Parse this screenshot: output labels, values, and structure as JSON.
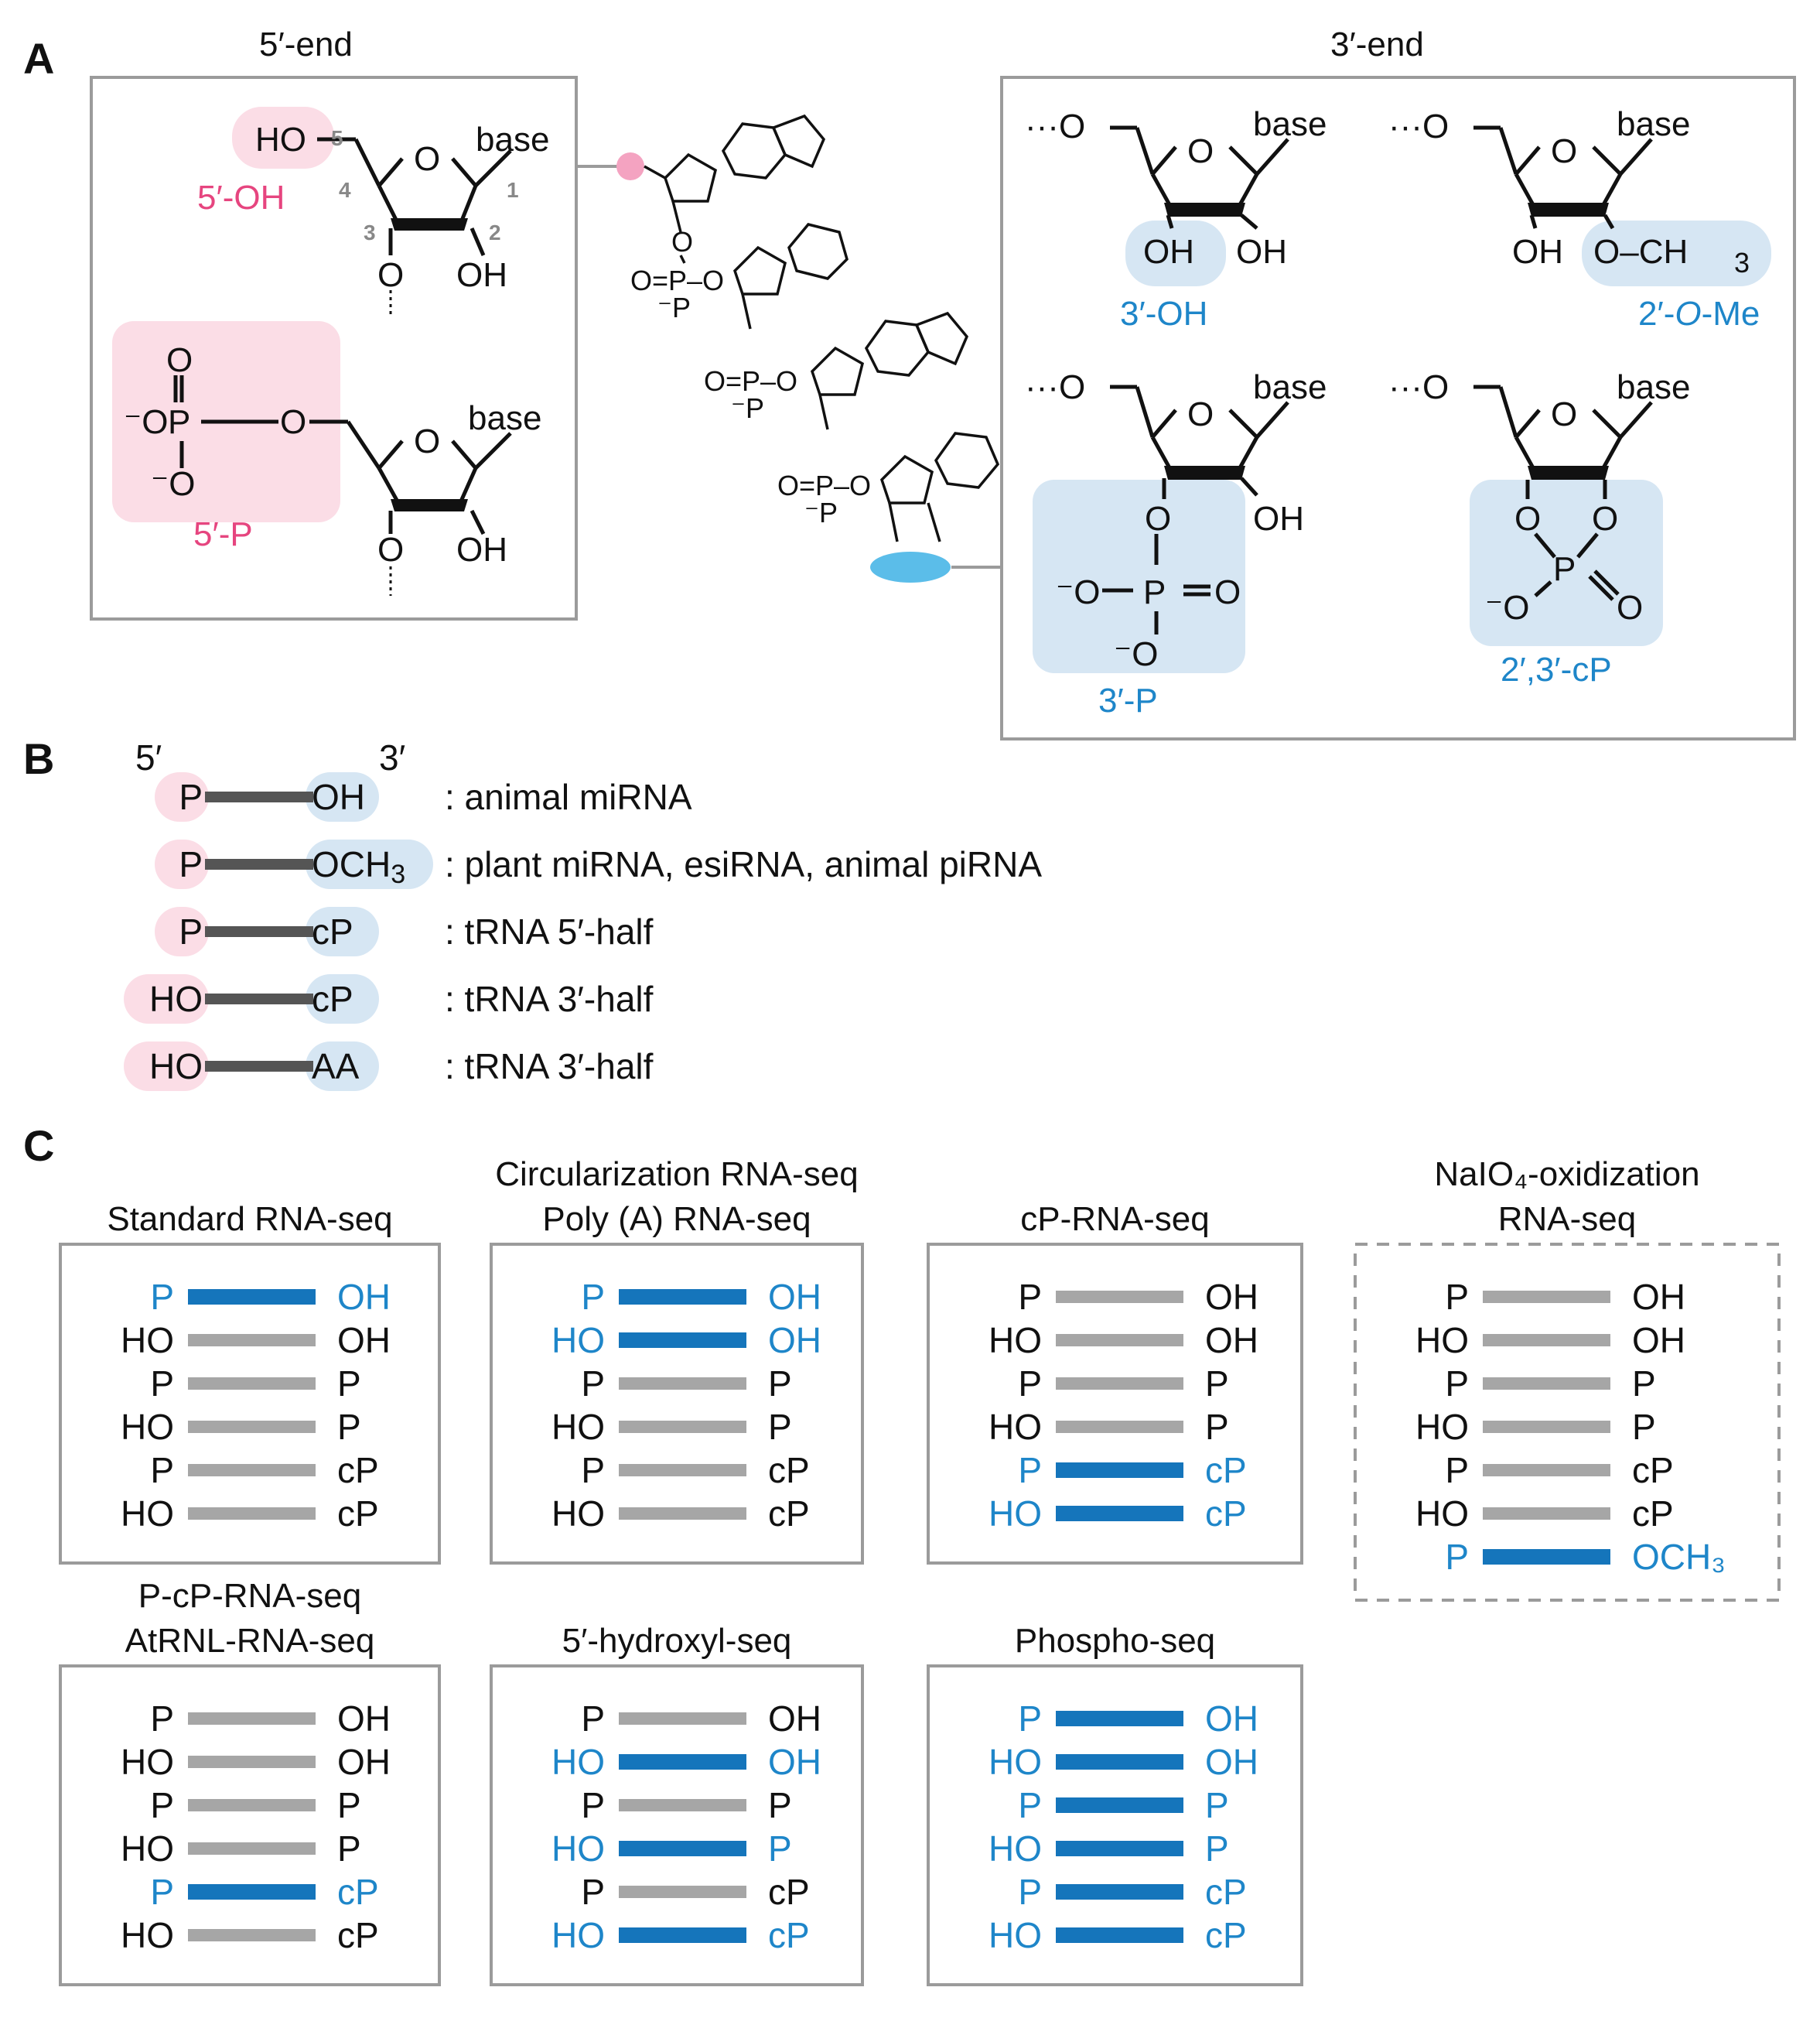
{
  "colors": {
    "pink_bg": "#fbdde6",
    "pink_text": "#e6457f",
    "blue_bg": "#d6e6f3",
    "blue_text": "#1e86c9",
    "gray_bar": "#a6a6a6",
    "blue_bar": "#1575bb",
    "dark_bar": "#555555",
    "box_border": "#9b9b9b"
  },
  "panelA": {
    "letter": "A",
    "five_end": {
      "header": "5′-end",
      "base": "base",
      "ho": "HO",
      "oh": "OH",
      "o": "O",
      "numbers": [
        "5",
        "4",
        "3",
        "2",
        "1"
      ],
      "label_oh": "5′-OH",
      "label_p": "5′-P",
      "phosphate": {
        "o_double": "O",
        "minus_o": "⁻O",
        "p": "P",
        "o_link": "O",
        "minus_o_bottom": "⁻O"
      }
    },
    "three_end": {
      "header": "3′-end",
      "base": "base",
      "labels": {
        "oh": "3′-OH",
        "ome_prefix": "2′-",
        "ome_italic": "O",
        "ome_suffix": "-Me",
        "p": "3′-P",
        "cp": "2′,3′-cP"
      },
      "ochem": "O–CH",
      "ochem_sub": "3"
    },
    "chain": {
      "linker": "O=P–O",
      "minus": "⁻P"
    }
  },
  "panelB": {
    "letter": "B",
    "end5": "5′",
    "end3": "3′",
    "rows": [
      {
        "left": "P",
        "right": "OH",
        "right_sub": "",
        "desc": ": animal miRNA"
      },
      {
        "left": "P",
        "right": "OCH",
        "right_sub": "3",
        "desc": ": plant miRNA, esiRNA, animal piRNA"
      },
      {
        "left": "P",
        "right": "cP",
        "right_sub": "",
        "desc": ": tRNA 5′-half"
      },
      {
        "left": "HO",
        "right": "cP",
        "right_sub": "",
        "desc": ": tRNA 3′-half"
      },
      {
        "left": "HO",
        "right": "AA",
        "right_sub": "",
        "desc": ": tRNA 3′-half"
      }
    ]
  },
  "panelC": {
    "letter": "C",
    "boxes": [
      {
        "title": [
          "Standard RNA-seq"
        ],
        "dashed": false,
        "rows": [
          {
            "l": "P",
            "r": "OH",
            "hl": true
          },
          {
            "l": "HO",
            "r": "OH",
            "hl": false
          },
          {
            "l": "P",
            "r": "P",
            "hl": false
          },
          {
            "l": "HO",
            "r": "P",
            "hl": false
          },
          {
            "l": "P",
            "r": "cP",
            "hl": false
          },
          {
            "l": "HO",
            "r": "cP",
            "hl": false
          }
        ]
      },
      {
        "title": [
          "Circularization RNA-seq",
          "Poly (A) RNA-seq"
        ],
        "dashed": false,
        "rows": [
          {
            "l": "P",
            "r": "OH",
            "hl": true
          },
          {
            "l": "HO",
            "r": "OH",
            "hl": true
          },
          {
            "l": "P",
            "r": "P",
            "hl": false
          },
          {
            "l": "HO",
            "r": "P",
            "hl": false
          },
          {
            "l": "P",
            "r": "cP",
            "hl": false
          },
          {
            "l": "HO",
            "r": "cP",
            "hl": false
          }
        ]
      },
      {
        "title": [
          "cP-RNA-seq"
        ],
        "dashed": false,
        "rows": [
          {
            "l": "P",
            "r": "OH",
            "hl": false
          },
          {
            "l": "HO",
            "r": "OH",
            "hl": false
          },
          {
            "l": "P",
            "r": "P",
            "hl": false
          },
          {
            "l": "HO",
            "r": "P",
            "hl": false
          },
          {
            "l": "P",
            "r": "cP",
            "hl": true
          },
          {
            "l": "HO",
            "r": "cP",
            "hl": true
          }
        ]
      },
      {
        "title": [
          "NaIO₄-oxidization",
          "RNA-seq"
        ],
        "dashed": true,
        "rows": [
          {
            "l": "P",
            "r": "OH",
            "hl": false
          },
          {
            "l": "HO",
            "r": "OH",
            "hl": false
          },
          {
            "l": "P",
            "r": "P",
            "hl": false
          },
          {
            "l": "HO",
            "r": "P",
            "hl": false
          },
          {
            "l": "P",
            "r": "cP",
            "hl": false
          },
          {
            "l": "HO",
            "r": "cP",
            "hl": false
          },
          {
            "l": "P",
            "r": "OCH₃",
            "hl": true
          }
        ]
      },
      {
        "title": [
          "P-cP-RNA-seq",
          "AtRNL-RNA-seq"
        ],
        "dashed": false,
        "rows": [
          {
            "l": "P",
            "r": "OH",
            "hl": false
          },
          {
            "l": "HO",
            "r": "OH",
            "hl": false
          },
          {
            "l": "P",
            "r": "P",
            "hl": false
          },
          {
            "l": "HO",
            "r": "P",
            "hl": false
          },
          {
            "l": "P",
            "r": "cP",
            "hl": true
          },
          {
            "l": "HO",
            "r": "cP",
            "hl": false
          }
        ]
      },
      {
        "title": [
          "5′-hydroxyl-seq"
        ],
        "dashed": false,
        "rows": [
          {
            "l": "P",
            "r": "OH",
            "hl": false
          },
          {
            "l": "HO",
            "r": "OH",
            "hl": true
          },
          {
            "l": "P",
            "r": "P",
            "hl": false
          },
          {
            "l": "HO",
            "r": "P",
            "hl": true
          },
          {
            "l": "P",
            "r": "cP",
            "hl": false
          },
          {
            "l": "HO",
            "r": "cP",
            "hl": true
          }
        ]
      },
      {
        "title": [
          "Phospho-seq"
        ],
        "dashed": false,
        "rows": [
          {
            "l": "P",
            "r": "OH",
            "hl": true
          },
          {
            "l": "HO",
            "r": "OH",
            "hl": true
          },
          {
            "l": "P",
            "r": "P",
            "hl": true
          },
          {
            "l": "HO",
            "r": "P",
            "hl": true
          },
          {
            "l": "P",
            "r": "cP",
            "hl": true
          },
          {
            "l": "HO",
            "r": "cP",
            "hl": true
          }
        ]
      }
    ]
  }
}
